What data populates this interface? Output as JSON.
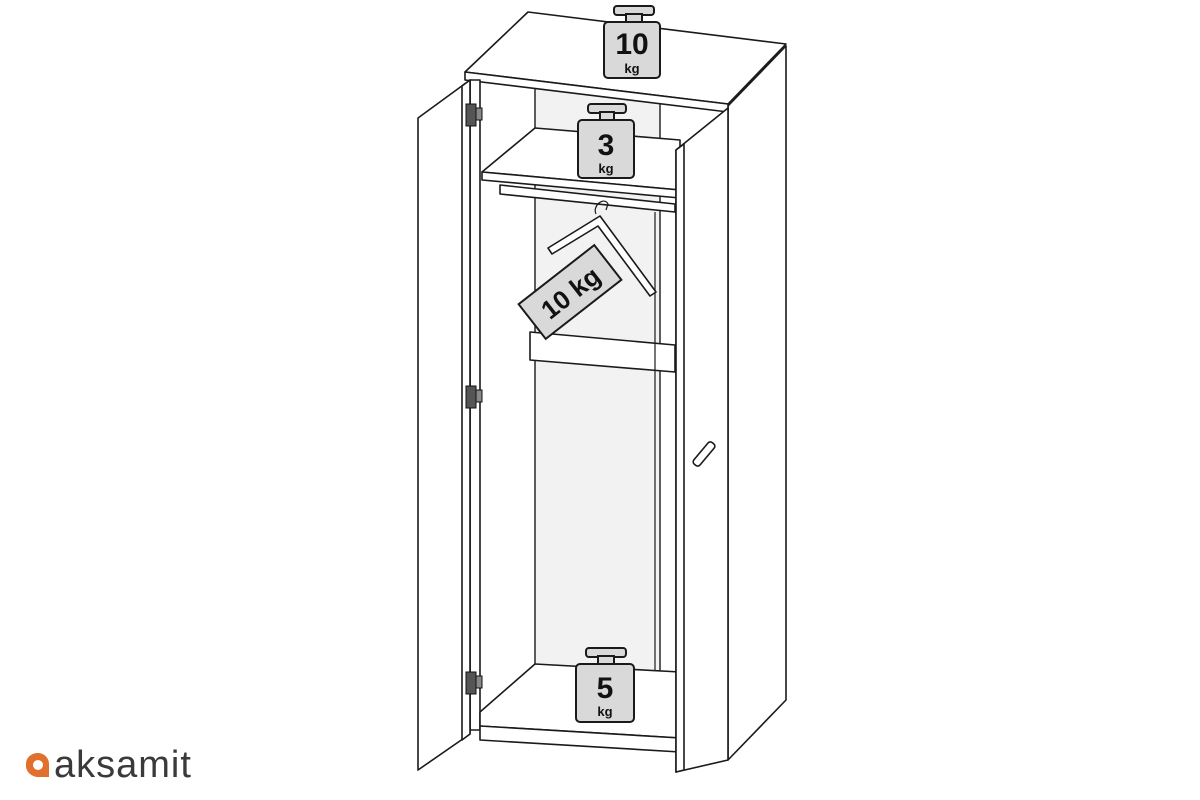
{
  "weights": {
    "top": {
      "value": "10",
      "unit": "kg"
    },
    "shelf": {
      "value": "3",
      "unit": "kg"
    },
    "rail": {
      "label": "10 kg"
    },
    "bottom": {
      "value": "5",
      "unit": "kg"
    }
  },
  "brand": {
    "name": "aksamit",
    "accent_color": "#e2702d"
  }
}
